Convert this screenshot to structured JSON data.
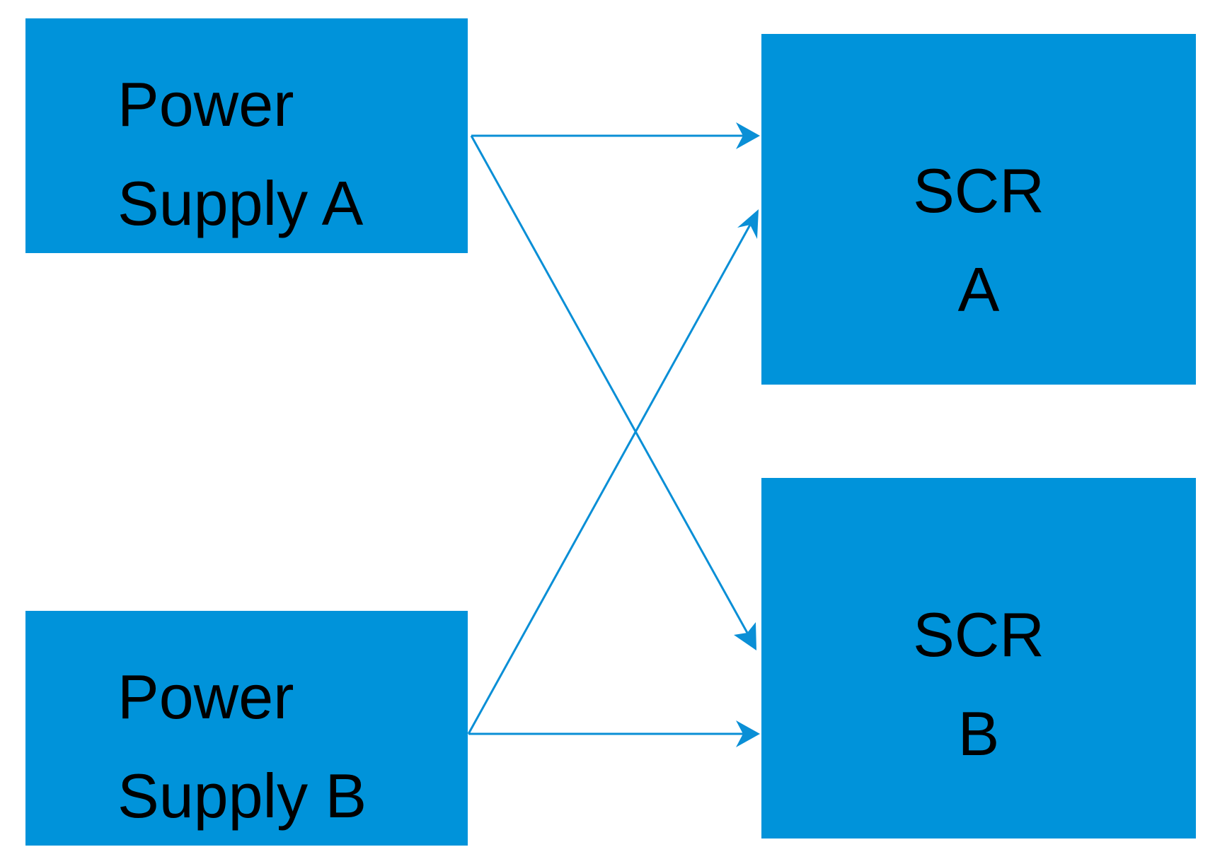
{
  "colors": {
    "box_fill": "#0093da",
    "connector": "#0a8fd6",
    "text": "#000000",
    "background": "#ffffff"
  },
  "nodes": {
    "power_supply_a": {
      "line1": "Power",
      "line2": "Supply A"
    },
    "power_supply_b": {
      "line1": "Power",
      "line2": "Supply B"
    },
    "scr_a": {
      "line1": "SCR",
      "line2": "A"
    },
    "scr_b": {
      "line1": "SCR",
      "line2": "B"
    }
  },
  "edges": [
    {
      "from": "power_supply_a",
      "to": "scr_a"
    },
    {
      "from": "power_supply_a",
      "to": "scr_b"
    },
    {
      "from": "power_supply_b",
      "to": "scr_a"
    },
    {
      "from": "power_supply_b",
      "to": "scr_b"
    }
  ]
}
